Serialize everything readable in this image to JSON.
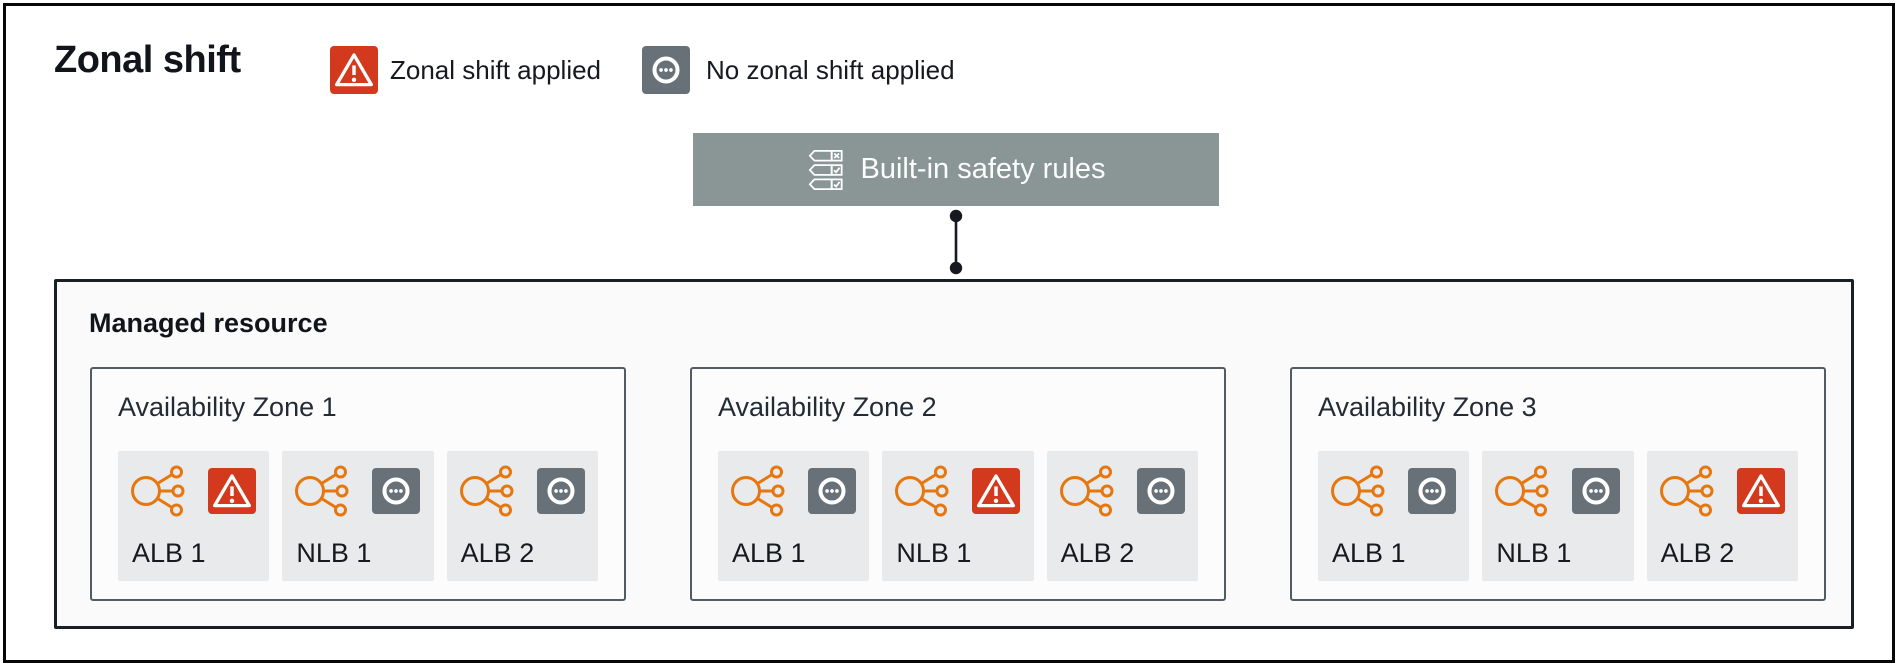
{
  "title": "Zonal shift",
  "legend": {
    "applied": {
      "label": "Zonal shift applied",
      "icon": "warning-triangle-icon"
    },
    "none": {
      "label": "No zonal shift applied",
      "icon": "ellipsis-circle-icon"
    }
  },
  "safety_rules": {
    "label": "Built-in safety rules",
    "icon": "rules-checklist-icon"
  },
  "managed_resource": {
    "label": "Managed resource",
    "zones": [
      {
        "label": "Availability Zone 1",
        "resources": [
          {
            "name": "ALB 1",
            "status": "applied"
          },
          {
            "name": "NLB 1",
            "status": "none"
          },
          {
            "name": "ALB 2",
            "status": "none"
          }
        ]
      },
      {
        "label": "Availability Zone 2",
        "resources": [
          {
            "name": "ALB 1",
            "status": "none"
          },
          {
            "name": "NLB 1",
            "status": "applied"
          },
          {
            "name": "ALB 2",
            "status": "none"
          }
        ]
      },
      {
        "label": "Availability Zone 3",
        "resources": [
          {
            "name": "ALB 1",
            "status": "none"
          },
          {
            "name": "NLB 1",
            "status": "none"
          },
          {
            "name": "ALB 2",
            "status": "applied"
          }
        ]
      }
    ]
  },
  "colors": {
    "applied_red": "#D2391D",
    "no_shift_gray": "#687078",
    "load_balancer_orange": "#E6760E",
    "safety_rules_gray": "#8A9596",
    "ink": "#16191f"
  }
}
